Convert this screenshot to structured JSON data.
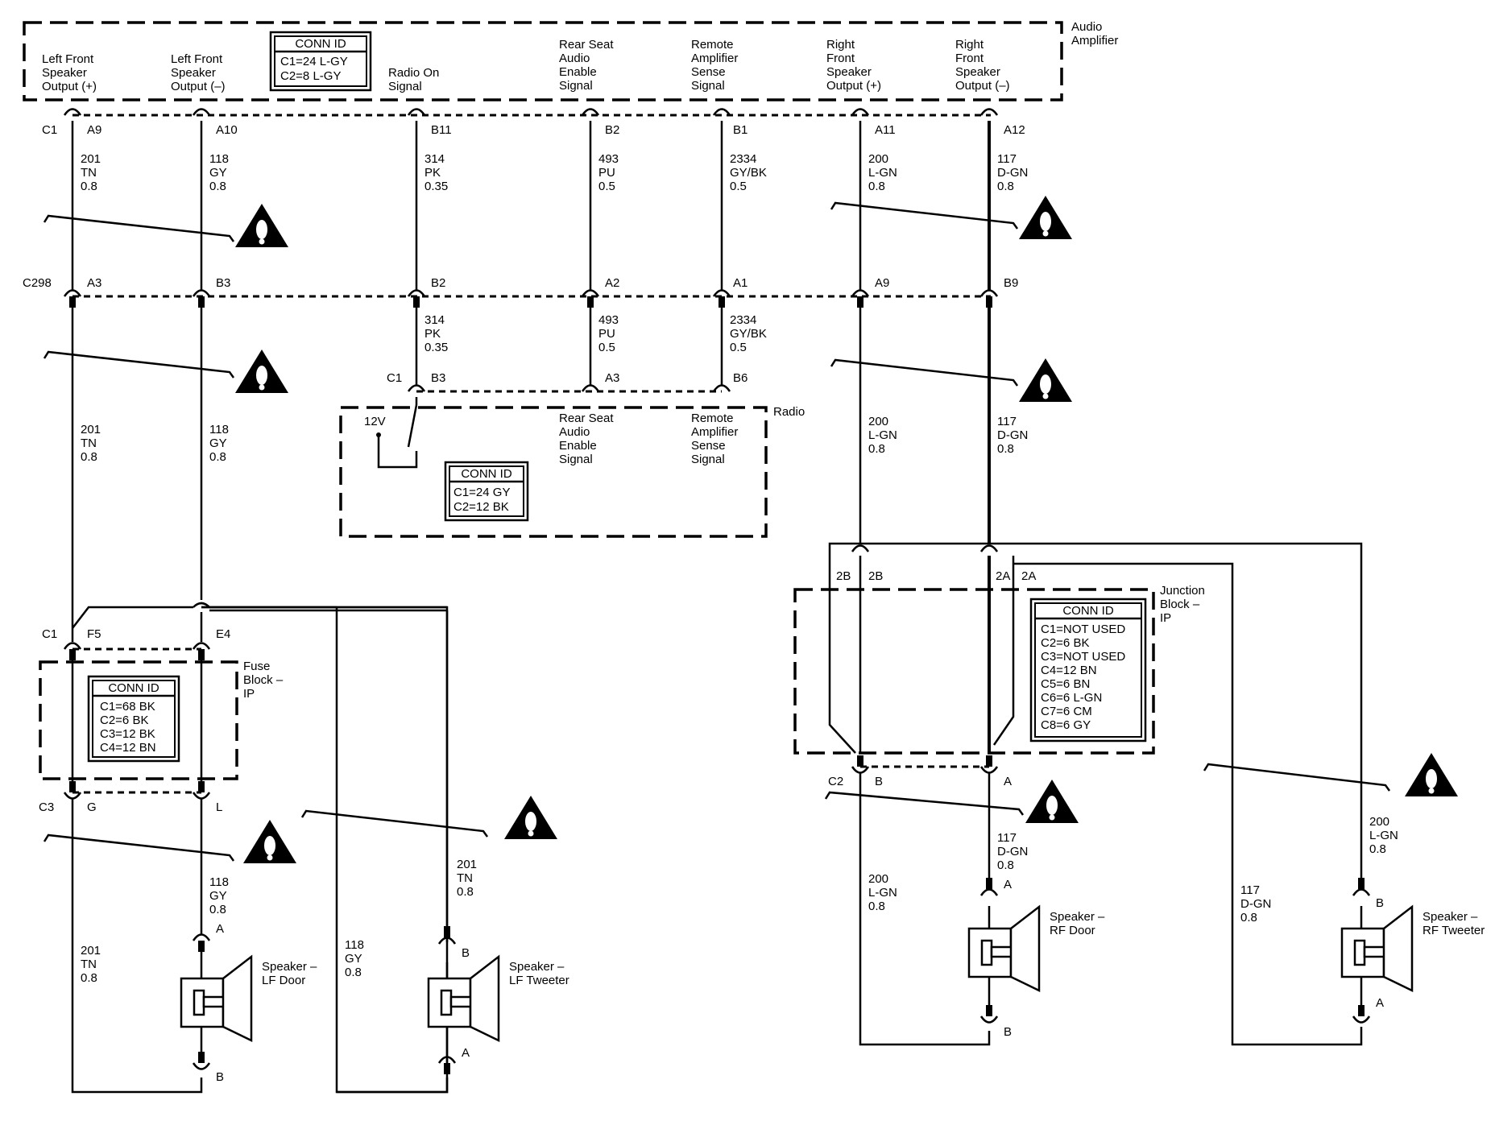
{
  "components": {
    "audio_amplifier": "Audio\nAmplifier",
    "radio": "Radio",
    "fuse_block": "Fuse\nBlock –\nIP",
    "junction_block": "Junction\nBlock –\nIP"
  },
  "amp_pin_labels": [
    "Left Front\nSpeaker\nOutput (+)",
    "Left Front\nSpeaker\nOutput (–)",
    "Radio On\nSignal",
    "Rear Seat\nAudio\nEnable\nSignal",
    "Remote\nAmplifier\nSense\nSignal",
    "Right\nFront\nSpeaker\nOutput (+)",
    "Right\nFront\nSpeaker\nOutput (–)"
  ],
  "radio_pin_labels": [
    "12V",
    "Rear Seat\nAudio\nEnable\nSignal",
    "Remote\nAmplifier\nSense\nSignal"
  ],
  "conn_ids": {
    "amplifier": {
      "title": "CONN ID",
      "lines": [
        "C1=24 L-GY",
        "C2=8 L-GY"
      ]
    },
    "radio": {
      "title": "CONN ID",
      "lines": [
        "C1=24 GY",
        "C2=12 BK"
      ]
    },
    "fuse_block": {
      "title": "CONN ID",
      "lines": [
        "C1=68 BK",
        "C2=6 BK",
        "C3=12 BK",
        "C4=12 BN"
      ]
    },
    "junction_block": {
      "title": "CONN ID",
      "lines": [
        "C1=NOT USED",
        "C2=6 BK",
        "C3=NOT USED",
        "C4=12 BN",
        "C5=6 BN",
        "C6=6 L-GN",
        "C7=6 CM",
        "C8=6 GY"
      ]
    }
  },
  "connectors": {
    "amp": {
      "name": "C1",
      "pins": [
        "A9",
        "A10",
        "B11",
        "B2",
        "B1",
        "A11",
        "A12"
      ]
    },
    "c298": {
      "name": "C298",
      "pins": [
        "A3",
        "B3",
        "B2",
        "A2",
        "A1",
        "A9",
        "B9"
      ]
    },
    "radio": {
      "name": "C1",
      "pins": [
        "B3",
        "A3",
        "B6"
      ]
    },
    "fuse_top": {
      "name": "C1",
      "pins": [
        "F5",
        "E4"
      ]
    },
    "fuse_bottom": {
      "name": "C3",
      "pins": [
        "G",
        "L"
      ]
    },
    "jb_top": {
      "pins": [
        "2B",
        "2B",
        "2A",
        "2A"
      ]
    },
    "jb_bottom": {
      "name": "C2",
      "pins": [
        "B",
        "A"
      ]
    }
  },
  "wires": [
    "201\nTN\n0.8",
    "118\nGY\n0.8",
    "314\nPK\n0.35",
    "493\nPU\n0.5",
    "2334\nGY/BK\n0.5",
    "200\nL-GN\n0.8",
    "117\nD-GN\n0.8",
    "314\nPK\n0.35",
    "493\nPU\n0.5",
    "2334\nGY/BK\n0.5",
    "201\nTN\n0.8",
    "118\nGY\n0.8",
    "200\nL-GN\n0.8",
    "117\nD-GN\n0.8",
    "118\nGY\n0.8",
    "201\nTN\n0.8",
    "201\nTN\n0.8",
    "118\nGY\n0.8",
    "117\nD-GN\n0.8",
    "200\nL-GN\n0.8",
    "117\nD-GN\n0.8",
    "200\nL-GN\n0.8"
  ],
  "speakers": [
    {
      "label": "Speaker –\nLF Door",
      "pin_top": "A",
      "pin_bottom": "B"
    },
    {
      "label": "Speaker –\nLF Tweeter",
      "pin_top": "B",
      "pin_bottom": "A"
    },
    {
      "label": "Speaker –\nRF Door",
      "pin_top": "A",
      "pin_bottom": "B"
    },
    {
      "label": "Speaker –\nRF Tweeter",
      "pin_top": "B",
      "pin_bottom": "A"
    }
  ]
}
